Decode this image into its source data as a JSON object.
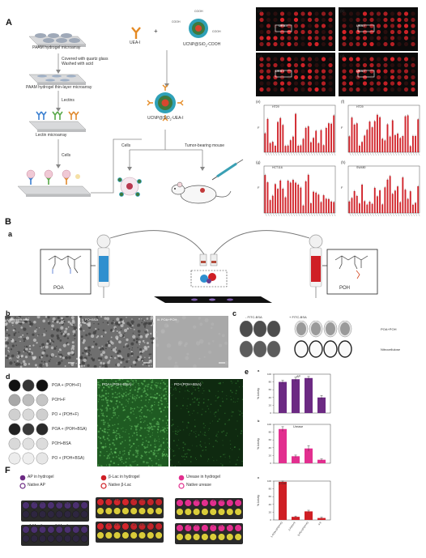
{
  "panelA": {
    "letter": "A",
    "steps": {
      "paam": "PAAM  hydrogel microarray",
      "covered1": "Covered with quartz glass",
      "covered2": "Washed with acid",
      "thin": "PAAM  hydrogel thin-layer microarray",
      "lectins": "Lectins",
      "lectin_array": "Lectin microarray",
      "cells": "Cells",
      "uea": "UEA-I",
      "ucnp": "UCNP@SiO",
      "ucnp_sub": "2",
      "ucnp_tail": "-COOH",
      "ucnp_uea": "UCNP@SiO",
      "ucnp_uea_sub": "2",
      "ucnp_uea_tail": "-UEA-I",
      "cells2": "Cells",
      "mouse": "Tumor-bearing mouse",
      "plus": "+",
      "cooh": "COOH"
    },
    "micro": {
      "a": "(a)",
      "b": "(b)",
      "c": "(c)",
      "d": "(d)",
      "uea_lbl": "UEA-I"
    },
    "bars": {
      "e": "(e)",
      "f": "(f)",
      "g": "(g)",
      "h": "(h)",
      "e_t": "HT29",
      "f_t": "HT29",
      "g_t": "HCT116",
      "h_t": "SW480",
      "ylabel": "F"
    }
  },
  "panelB": {
    "letter": "B",
    "sub_a": "a",
    "poa": "POA",
    "poh": "POH",
    "sub_b": "b",
    "sem": [
      "i. Nitrocellulose",
      "ii. PO+BSA",
      "iii. POA+POH"
    ],
    "sub_c": "c",
    "c_minus": "- FITC-BSA",
    "c_plus": "+ FITC-BSA",
    "c_row1": "POA+POH",
    "c_row2": "Nitrocellulose",
    "sub_d": "d",
    "d_rows": [
      "POA + (POH+F)",
      "POH+F",
      "PO + (POH+F)",
      "POA + (POH+BSA)",
      "POH+BSA",
      "PO + (POH+BSA)"
    ],
    "fluor1": "POA+(POH+BSA)",
    "fluor2": "PO+(POH+BSA)",
    "sub_e": "e",
    "e_a": "a",
    "e_b": "b",
    "e_c": "c",
    "ylab": "% Activity",
    "ap": "AP",
    "urease": "Urease",
    "blac": "β-Lac",
    "xcats": [
      "1-POA+(POH+E)",
      "2-POH+E",
      "3-PO+(POH+E)",
      "4-E"
    ]
  },
  "panelF": {
    "letter": "F",
    "groups": [
      {
        "l1": "AP in hydrogel",
        "l2": "Native AP"
      },
      {
        "l1": "β-Lac in hydrogel",
        "l2": "Native β-Lac"
      },
      {
        "l1": "Urease in hydrogel",
        "l2": "Native urease"
      }
    ],
    "d7": "7 Days",
    "d14": "14 Days",
    "m1": "1 Month",
    "m3": "3 Months",
    "m1b": "1 month"
  },
  "colors": {
    "purple": "#6c2a83",
    "red": "#cf1f25",
    "pink": "#e22f8f",
    "yellow": "#d9cc3a",
    "cyan": "#2f8fcf",
    "green": "#2c7a2c"
  }
}
